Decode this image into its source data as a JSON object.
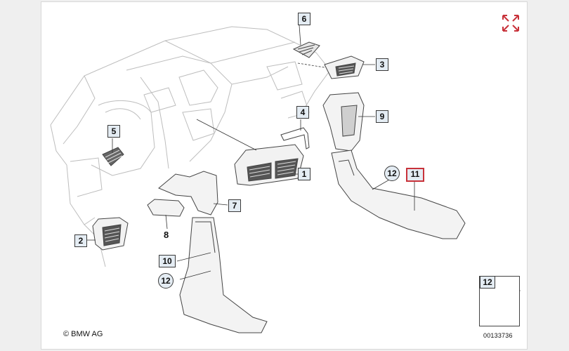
{
  "labels": {
    "l1": "1",
    "l2": "2",
    "l3": "3",
    "l4": "4",
    "l5": "5",
    "l6": "6",
    "l7": "7",
    "l8": "8",
    "l9": "9",
    "l10": "10",
    "l11": "11",
    "c12a": "12",
    "c12b": "12",
    "legend12": "12"
  },
  "copyright": "© BMW AG",
  "reference_number": "00133736",
  "colors": {
    "highlight": "#c8323a",
    "label_fill": "#e4ecf3",
    "expand_icon": "#c8323a"
  },
  "icons": {
    "expand": "expand-arrows-icon"
  }
}
